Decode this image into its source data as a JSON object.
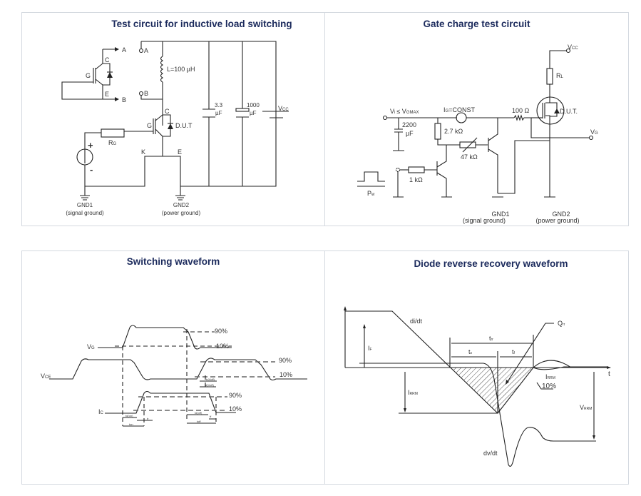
{
  "panels": {
    "inductive": {
      "title": "Test circuit for inductive load switching",
      "labels": {
        "A_out": "A",
        "B_out": "B",
        "C": "C",
        "G": "G",
        "E": "E",
        "A_in": "A",
        "B_in": "B",
        "L": "L=100 µH",
        "C2": "C",
        "G2": "G",
        "dut": "D.U.T",
        "Rg": "R",
        "Rg_sub": "G",
        "plus": "+",
        "minus": "-",
        "K": "K",
        "E2": "E",
        "cap1_a": "3.3",
        "cap1_b": "µF",
        "cap2_a": "1000",
        "cap2_b": "µF",
        "vcc": "V",
        "vcc_sub": "CC",
        "gnd1": "GND1",
        "gnd1_desc": "(signal ground)",
        "gnd2": "GND2",
        "gnd2_desc": "(power ground)"
      }
    },
    "gate_charge": {
      "title": "Gate charge test circuit",
      "labels": {
        "vcc": "V",
        "vcc_sub": "CC",
        "rl": "R",
        "rl_sub": "L",
        "vi": "V",
        "vi_sub": "i",
        "vi_le": "≤ V",
        "vi_sub2": "GMAX",
        "ig": "I",
        "ig_sub": "G",
        "ig_val": "=CONST",
        "r100": "100 Ω",
        "dut": "D.U.T.",
        "cap_a": "2200",
        "cap_b": "µF",
        "r27": "2.7 kΩ",
        "r47": "47 kΩ",
        "vg": "V",
        "vg_sub": "G",
        "r1k": "1 kΩ",
        "pw": "P",
        "pw_sub": "w",
        "gnd1": "GND1",
        "gnd1_desc": "(signal ground)",
        "gnd2": "GND2",
        "gnd2_desc": "(power ground)"
      }
    },
    "switching": {
      "title": "Switching waveform",
      "labels": {
        "vg": "V",
        "vg_sub": "G",
        "vce": "V",
        "vce_sub": "CE",
        "ic": "I",
        "ic_sub": "C",
        "vg90": "90%",
        "vg10": "10%",
        "vce90": "90%",
        "vce10": "10%",
        "ic90": "90%",
        "ic10": "10%",
        "td_on": "td(on)",
        "tr": "tr",
        "ton": "ton",
        "td_off": "td(off)",
        "tf": "tf",
        "toff": "toff",
        "tr_voff": "tr(Voff)",
        "td_voff": "td(Voff)"
      }
    },
    "diode": {
      "title": "Diode reverse recovery waveform",
      "labels": {
        "didt": "di/dt",
        "if": "I",
        "if_sub": "F",
        "trr": "t",
        "trr_sub": "rr",
        "ts": "t",
        "ts_sub": "s",
        "tf": "t",
        "tf_sub": "f",
        "qrr": "Q",
        "qrr_sub": "rr",
        "t": "t",
        "irrm": "I",
        "irrm_sub": "RRM",
        "irrm2": "I",
        "irrm2_sub": "RRM",
        "pct10": "10%",
        "vrrm": "V",
        "vrrm_sub": "RRM",
        "dvdt": "dv/dt"
      }
    }
  },
  "colors": {
    "title": "#1b2a5c",
    "border": "#d4d9e0",
    "line": "#222222"
  }
}
